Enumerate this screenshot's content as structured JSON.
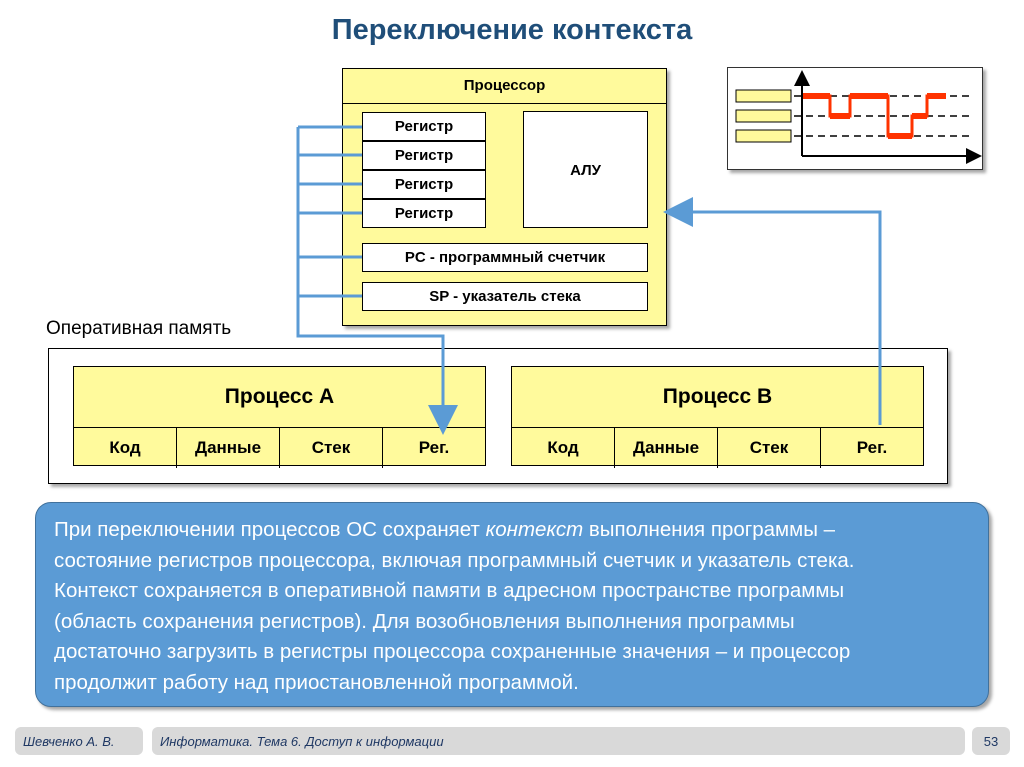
{
  "title": "Переключение контекста",
  "processor": {
    "title": "Процессор",
    "registers": [
      "Регистр",
      "Регистр",
      "Регистр",
      "Регистр"
    ],
    "alu": "АЛУ",
    "pc": "PC - программный счетчик",
    "sp": "SP - указатель стека"
  },
  "memory": {
    "label": "Оперативная память",
    "processes": [
      {
        "name": "Процесс A",
        "cells": [
          "Код",
          "Данные",
          "Стек",
          "Рег."
        ]
      },
      {
        "name": "Процесс B",
        "cells": [
          "Код",
          "Данные",
          "Стек",
          "Рег."
        ]
      }
    ]
  },
  "timeline_icon": {
    "levels": 3,
    "signal_levels": [
      1,
      2,
      1,
      3,
      2,
      1
    ],
    "colors": {
      "signal": "#ff3300",
      "bars": "#fffa9c"
    }
  },
  "info": {
    "line1_pre": "При переключении процессов ОС сохраняет ",
    "line1_em": "контекст",
    "line1_post": " выполнения программы –",
    "lines": [
      "состояние регистров процессора, включая программный счетчик и указатель стека.",
      "Контекст сохраняется в оперативной памяти в адресном пространстве программы",
      "(область сохранения регистров). Для возобновления выполнения программы",
      "достаточно загрузить в регистры процессора сохраненные значения – и процессор",
      "продолжит работу над приостановленной программой."
    ]
  },
  "footer": {
    "author": "Шевченко А. В.",
    "course": "Информатика. Тема 6. Доступ к информации",
    "page": "53"
  },
  "colors": {
    "title": "#1f4e79",
    "yellow": "#fffa9c",
    "arrow": "#5b9bd5",
    "info_bg": "#5b9bd5",
    "footer_bg": "#d9d9d9"
  }
}
